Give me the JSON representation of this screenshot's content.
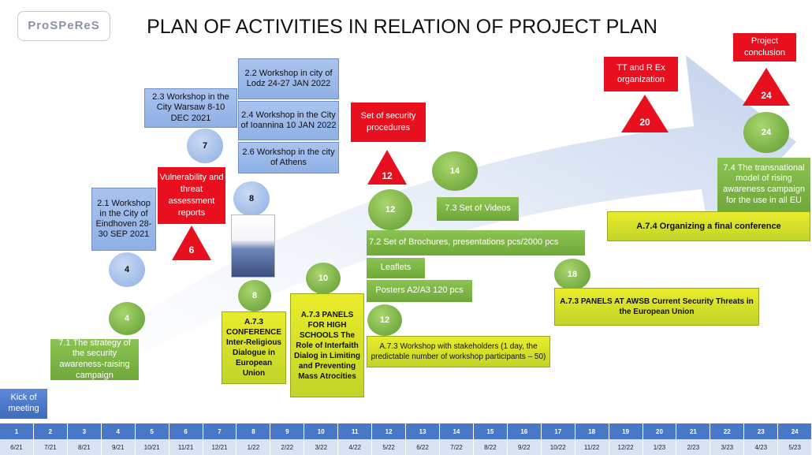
{
  "header": {
    "logo_text": "ProSPeReS",
    "title": "PLAN OF ACTIVITIES  IN RELATION OF PROJECT PLAN"
  },
  "workshops": {
    "w21": "2.1 Workshop in the City of Eindhoven 28-30 SEP 2021",
    "w23": "2.3 Workshop in the City Warsaw 8-10 DEC 2021",
    "w22": "2.2 Workshop in city of Lodz 24-27 JAN 2022",
    "w24": "2.4 Workshop in the City of Ioannina 10 JAN  2022",
    "w26": "2.6 Workshop in the city of Athens"
  },
  "red_boxes": {
    "vulnerability": "Vulnerability and threat assessment reports",
    "security": "Set of security procedures",
    "ttrex": "TT and R Ex organization",
    "conclusion": "Project conclusion"
  },
  "triangles": {
    "t6": "6",
    "t12": "12",
    "t20": "20",
    "t24": "24"
  },
  "green_circles": {
    "c4": "4",
    "c8": "8",
    "c10": "10",
    "c12a": "12",
    "c12b": "12",
    "c14": "14",
    "c18": "18",
    "c24": "24"
  },
  "blue_circles": {
    "b4": "4",
    "b7": "7",
    "b8": "8"
  },
  "green_boxes": {
    "strategy": "7.1 The strategy of the security awareness-raising campaign",
    "videos": "7.3 Set of Videos",
    "brochures": "7.2 Set of  Brochures, presentations pcs/2000 pcs",
    "leaflets": "Leaflets",
    "posters": "Posters A2/A3 120 pcs",
    "model": "7.4 The transnational model of rising awareness campaign for the use in all EU"
  },
  "yellow_boxes": {
    "conference": "A.7.3 CONFERENCE Inter-Religious Dialogue in European Union",
    "panels_hs": "A.7.3 PANELS FOR HIGH SCHOOLS The Role of Interfaith Dialog in Limiting and Preventing Mass Atrocities",
    "stakeholders": "A.7.3  Workshop with stakeholders  (1 day, the predictable number of workshop  participants – 50)",
    "panels_awsb": "A.7.3 PANELS AT AWSB Current Security Threats in the European Union",
    "final_conf": "A.7.4 Organizing a final conference"
  },
  "kickoff": "Kick of meeting",
  "timeline": {
    "numbers": [
      "1",
      "2",
      "3",
      "4",
      "5",
      "6",
      "7",
      "8",
      "9",
      "10",
      "11",
      "12",
      "13",
      "14",
      "15",
      "16",
      "17",
      "18",
      "19",
      "20",
      "21",
      "22",
      "23",
      "24"
    ],
    "months": [
      "6/21",
      "7/21",
      "8/21",
      "9/21",
      "10/21",
      "11/21",
      "12/21",
      "1/22",
      "2/22",
      "3/22",
      "4/22",
      "5/22",
      "6/22",
      "7/22",
      "8/22",
      "9/22",
      "10/22",
      "11/22",
      "12/22",
      "1/23",
      "2/23",
      "3/23",
      "4/23",
      "5/23"
    ]
  },
  "colors": {
    "red": "#e8101e",
    "blue": "#8fb0e6",
    "green": "#6fa83a",
    "yellow": "#e9ec2a",
    "timeline": "#4a78c8"
  }
}
